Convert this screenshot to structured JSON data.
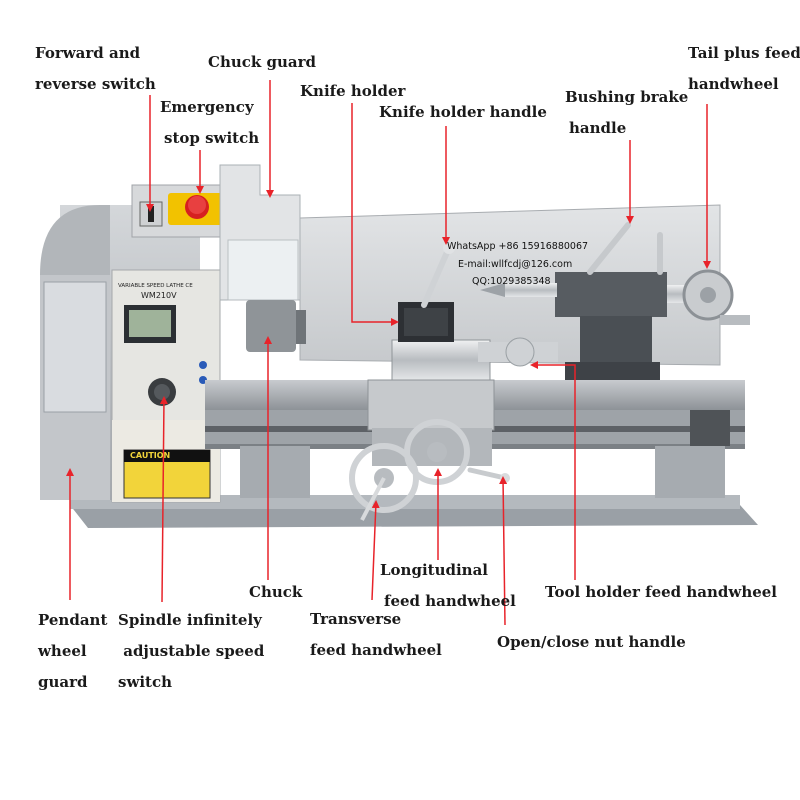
{
  "labels": {
    "forward_reverse_switch": [
      "Forward and",
      "reverse switch"
    ],
    "chuck_guard": [
      "Chuck guard"
    ],
    "emergency_stop_switch": [
      "Emergency",
      "stop switch"
    ],
    "knife_holder": [
      "Knife holder"
    ],
    "knife_holder_handle": [
      "Knife holder handle"
    ],
    "bushing_brake_handle": [
      "Bushing brake",
      "handle"
    ],
    "tail_plus_feed_handwheel": [
      "Tail plus feed",
      "handwheel"
    ],
    "chuck": [
      "Chuck"
    ],
    "longitudinal_feed_handwheel": [
      "Longitudinal",
      "feed handwheel"
    ],
    "tool_holder_feed_handwheel": [
      "Tool holder feed handwheel"
    ],
    "pendant_wheel_guard": [
      "Pendant",
      "wheel",
      "guard"
    ],
    "spindle_speed_switch": [
      "Spindle infinitely",
      " adjustable speed",
      "switch"
    ],
    "transverse_feed_handwheel": [
      "Transverse",
      "feed handwheel"
    ],
    "open_close_nut_handle": [
      "Open/close nut handle"
    ]
  },
  "watermark": {
    "whatsapp": "WhatsApp +86 15916880067",
    "email": "E-mail:wllfcdj@126.com",
    "qq": "QQ:1029385348"
  },
  "machine": {
    "panel_title": "VARIABLE SPEED LATHE CE",
    "model": "WM210V",
    "caution": "CAUTION"
  },
  "colors": {
    "arrow": "#e8232a",
    "body_gray": "#b9bcc0",
    "dark_gray": "#6e7378",
    "emergency_yellow": "#f2c200",
    "emergency_red": "#d62020"
  }
}
